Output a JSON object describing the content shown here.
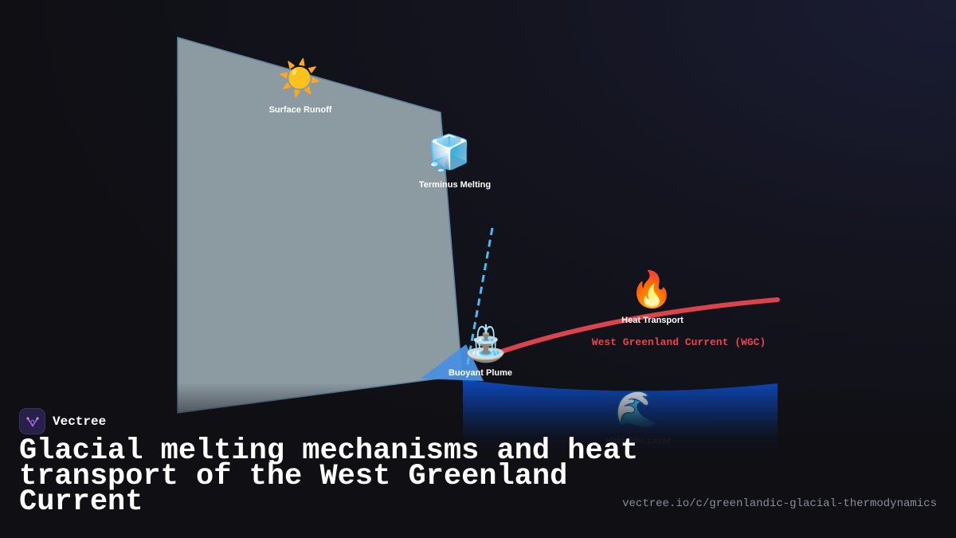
{
  "brand": {
    "name": "Vectree",
    "logo_icon": "vectree-logo-icon"
  },
  "title": "Glacial melting mechanisms and heat transport of the West Greenland Current",
  "url": "vectree.io/c/greenlandic-glacial-thermodynamics",
  "diagram": {
    "nodes": [
      {
        "id": "surface-runoff",
        "label": "Surface Runoff",
        "icon": "sun-icon",
        "glyph": "☀️"
      },
      {
        "id": "terminus-melting",
        "label": "Terminus Melting",
        "icon": "ice-cube-icon",
        "glyph": "🧊"
      },
      {
        "id": "heat-transport",
        "label": "Heat Transport",
        "icon": "fire-icon",
        "glyph": "🔥"
      },
      {
        "id": "buoyant-plume",
        "label": "Buoyant Plume",
        "icon": "fountain-icon",
        "glyph": "⛲"
      },
      {
        "id": "halocline-layer",
        "label": "Halocline Layer",
        "icon": "wave-icon",
        "glyph": "🌊"
      }
    ],
    "current_label": "West Greenland Current (WGC)"
  },
  "colors": {
    "glacier": "#8c9aa2",
    "glacier_edge": "#5f84a0",
    "plume": "#4a90e2",
    "plume_dash": "#4fb8f0",
    "current": "#d9444d",
    "halocline": "#0d47b5",
    "background": "#0f0f14"
  }
}
